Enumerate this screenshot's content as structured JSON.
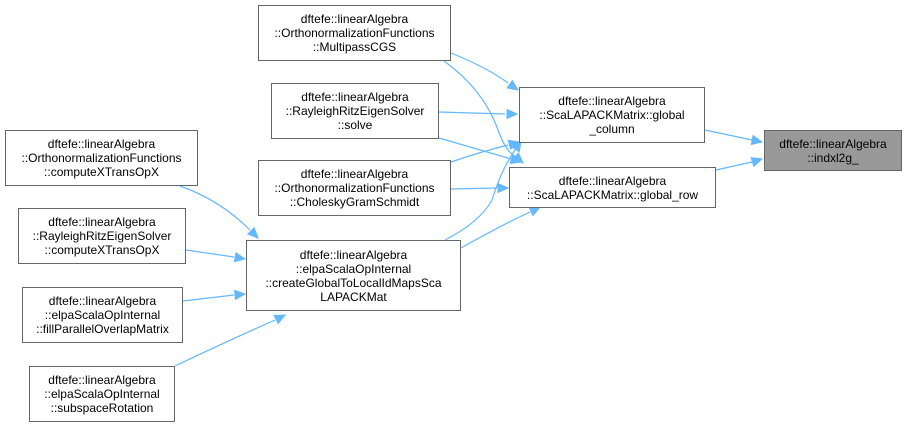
{
  "graph": {
    "edge_color": "#63b8ff",
    "focus_fill": "#999999",
    "node_border": "#666666",
    "nodes": {
      "indxl2g": {
        "lines": [
          "dftefe::linearAlgebra",
          "::indxl2g_"
        ]
      },
      "global_column": {
        "lines": [
          "dftefe::linearAlgebra",
          "::ScaLAPACKMatrix::global",
          "_column"
        ]
      },
      "global_row": {
        "lines": [
          "dftefe::linearAlgebra",
          "::ScaLAPACKMatrix::global_row"
        ]
      },
      "multipass_cgs": {
        "lines": [
          "dftefe::linearAlgebra",
          "::OrthonormalizationFunctions",
          "::MultipassCGS"
        ]
      },
      "rr_solve": {
        "lines": [
          "dftefe::linearAlgebra",
          "::RayleighRitzEigenSolver",
          "::solve"
        ]
      },
      "cholesky_gs": {
        "lines": [
          "dftefe::linearAlgebra",
          "::OrthonormalizationFunctions",
          "::CholeskyGramSchmidt"
        ]
      },
      "create_global_to_local": {
        "lines": [
          "dftefe::linearAlgebra",
          "::elpaScalaOpInternal",
          "::createGlobalToLocalIdMapsSca",
          "LAPACKMat"
        ]
      },
      "orth_compute_xtransopx": {
        "lines": [
          "dftefe::linearAlgebra",
          "::OrthonormalizationFunctions",
          "::computeXTransOpX"
        ]
      },
      "rr_compute_xtransopx": {
        "lines": [
          "dftefe::linearAlgebra",
          "::RayleighRitzEigenSolver",
          "::computeXTransOpX"
        ]
      },
      "fill_parallel_overlap": {
        "lines": [
          "dftefe::linearAlgebra",
          "::elpaScalaOpInternal",
          "::fillParallelOverlapMatrix"
        ]
      },
      "subspace_rotation": {
        "lines": [
          "dftefe::linearAlgebra",
          "::elpaScalaOpInternal",
          "::subspaceRotation"
        ]
      }
    }
  }
}
